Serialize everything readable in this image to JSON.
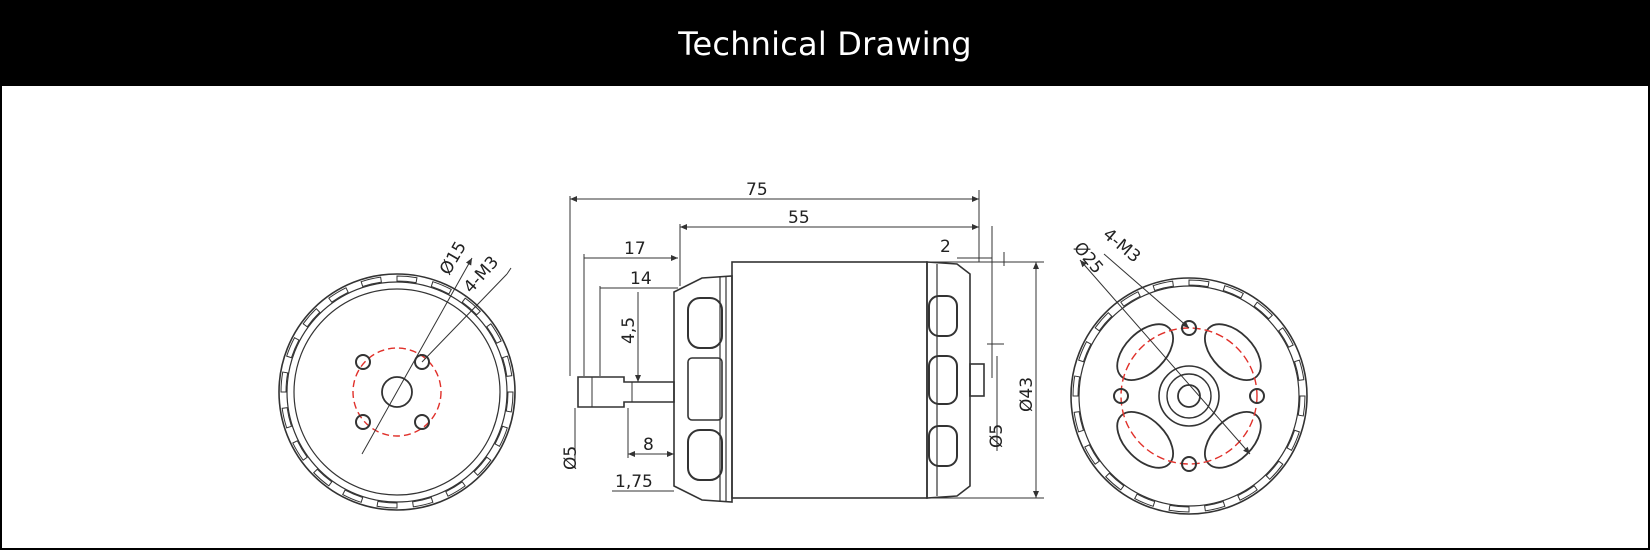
{
  "header": {
    "title": "Technical Drawing"
  },
  "front_view": {
    "callouts": {
      "pitch_dia": "Ø15",
      "holes": "4-M3"
    }
  },
  "side_view": {
    "dims": {
      "overall": "75",
      "body": "55",
      "shaft_17": "17",
      "shaft_14": "14",
      "shaft_4_5": "4,5",
      "shaft_dia": "Ø5",
      "shaft_8": "8",
      "shaft_1_75": "1,75",
      "rear_2": "2",
      "rear_shaft_dia": "Ø5",
      "can_dia": "Ø43"
    }
  },
  "rear_view": {
    "callouts": {
      "pitch_dia": "Ø25",
      "holes": "4-M3"
    }
  },
  "colors": {
    "header_bg": "#000000",
    "header_text": "#ffffff",
    "line": "#333333",
    "center_line": "#e0302a"
  }
}
